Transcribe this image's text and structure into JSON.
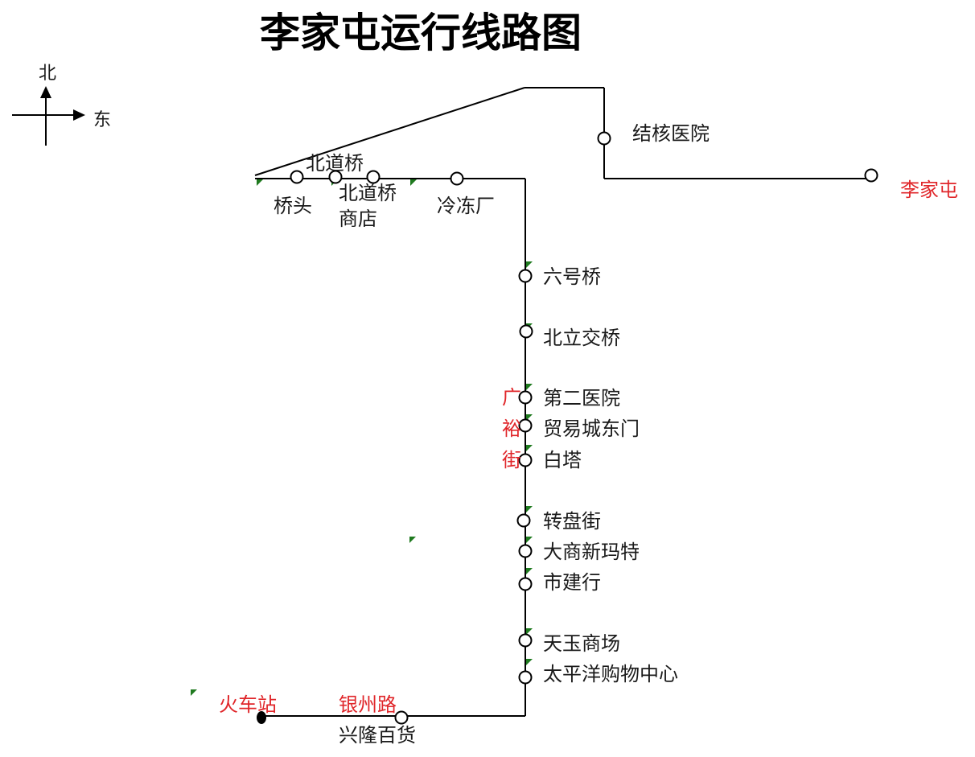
{
  "title": "李家屯运行线路图",
  "compass": {
    "north": "北",
    "east": "东"
  },
  "colors": {
    "line": "#000000",
    "text": "#1a1a1a",
    "highlight": "#e0262a",
    "marker": "#1f7a1f"
  },
  "stops": {
    "qiaotou": "桥头",
    "beidaoqiao": "北道桥",
    "beidaoqiao_shop_1": "北道桥",
    "beidaoqiao_shop_2": "商店",
    "lengdongchang": "冷冻厂",
    "jiehe_hospital": "结核医院",
    "lijiatun": "李家屯",
    "liuhaoqiao": "六号桥",
    "beili_jiaoqiao": "北立交桥",
    "dier_hospital": "第二医院",
    "maoyicheng": "贸易城东门",
    "baita": "白塔",
    "zhuanpanjie": "转盘街",
    "dashang": "大商新玛特",
    "shijianhang": "市建行",
    "tianyu": "天玉商场",
    "taipingyang": "太平洋购物中心",
    "huochezhan": "火车站",
    "yinzhoulu": "银州路",
    "xinglong": "兴隆百货"
  },
  "street_vertical": [
    "广",
    "裕",
    "街"
  ]
}
